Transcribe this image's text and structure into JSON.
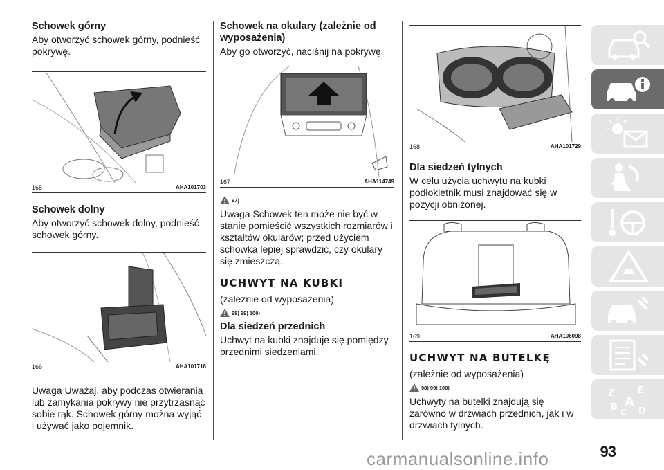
{
  "col1": {
    "s1_title": "Schowek górny",
    "s1_text": "Aby otworzyć schowek górny, podnieść pokrywę.",
    "fig165_num": "165",
    "fig165_code": "AHA101703",
    "s2_title": "Schowek dolny",
    "s2_text": "Aby otworzyć schowek dolny, podnieść schowek górny.",
    "fig166_num": "166",
    "fig166_code": "AHA101716",
    "note": "Uwaga  Uważaj, aby podczas otwierania lub zamykania pokrywy nie przytrzasnąć sobie rąk. Schowek górny można wyjąć i używać jako pojemnik."
  },
  "col2": {
    "s1_title": "Schowek na okulary (zależnie od wyposażenia)",
    "s1_text": "Aby go otworzyć, naciśnij na pokrywę.",
    "fig167_num": "167",
    "fig167_code": "AHA114749",
    "warn1": "97)",
    "note": "Uwaga  Schowek ten może nie być w stanie pomieścić wszystkich rozmiarów i kształtów okularów; przed użyciem schowka lepiej sprawdzić, czy okulary się zmieszczą.",
    "h_cups": "UCHWYT NA KUBKI",
    "cups_sub": "(zależnie od wyposażenia)",
    "warn2": "98) 99) 100)",
    "s2_title": "Dla siedzeń przednich",
    "s2_text": "Uchwyt na kubki znajduje się pomiędzy przednimi siedzeniami."
  },
  "col3": {
    "fig168_num": "168",
    "fig168_code": "AHA101729",
    "s1_title": "Dla siedzeń tylnych",
    "s1_text": "W celu użycia uchwytu na kubki podłokietnik musi znajdować się w pozycji obniżonej.",
    "fig169_num": "169",
    "fig169_code": "AHA106098",
    "h_bottle": "UCHWYT NA BUTELKĘ",
    "bottle_sub": "(zależnie od wyposażenia)",
    "warn": "98) 99) 100)",
    "bottle_text": "Uchwyty na butelki znajdują się zarówno w drzwiach przednich, jak i w drzwiach tylnych."
  },
  "page_number": "93",
  "watermark": "carmanualsonline.info",
  "colors": {
    "tab": "#e5e5e5",
    "tab_active": "#6b6b6b"
  },
  "tabs": [
    "car-search-icon",
    "car-info-icon",
    "dashboard-lights-icon",
    "airbag-person-icon",
    "steering-wheel-icon",
    "warning-triangle-icon",
    "car-repair-icon",
    "spec-sheet-icon",
    "alphabet-index-icon"
  ]
}
